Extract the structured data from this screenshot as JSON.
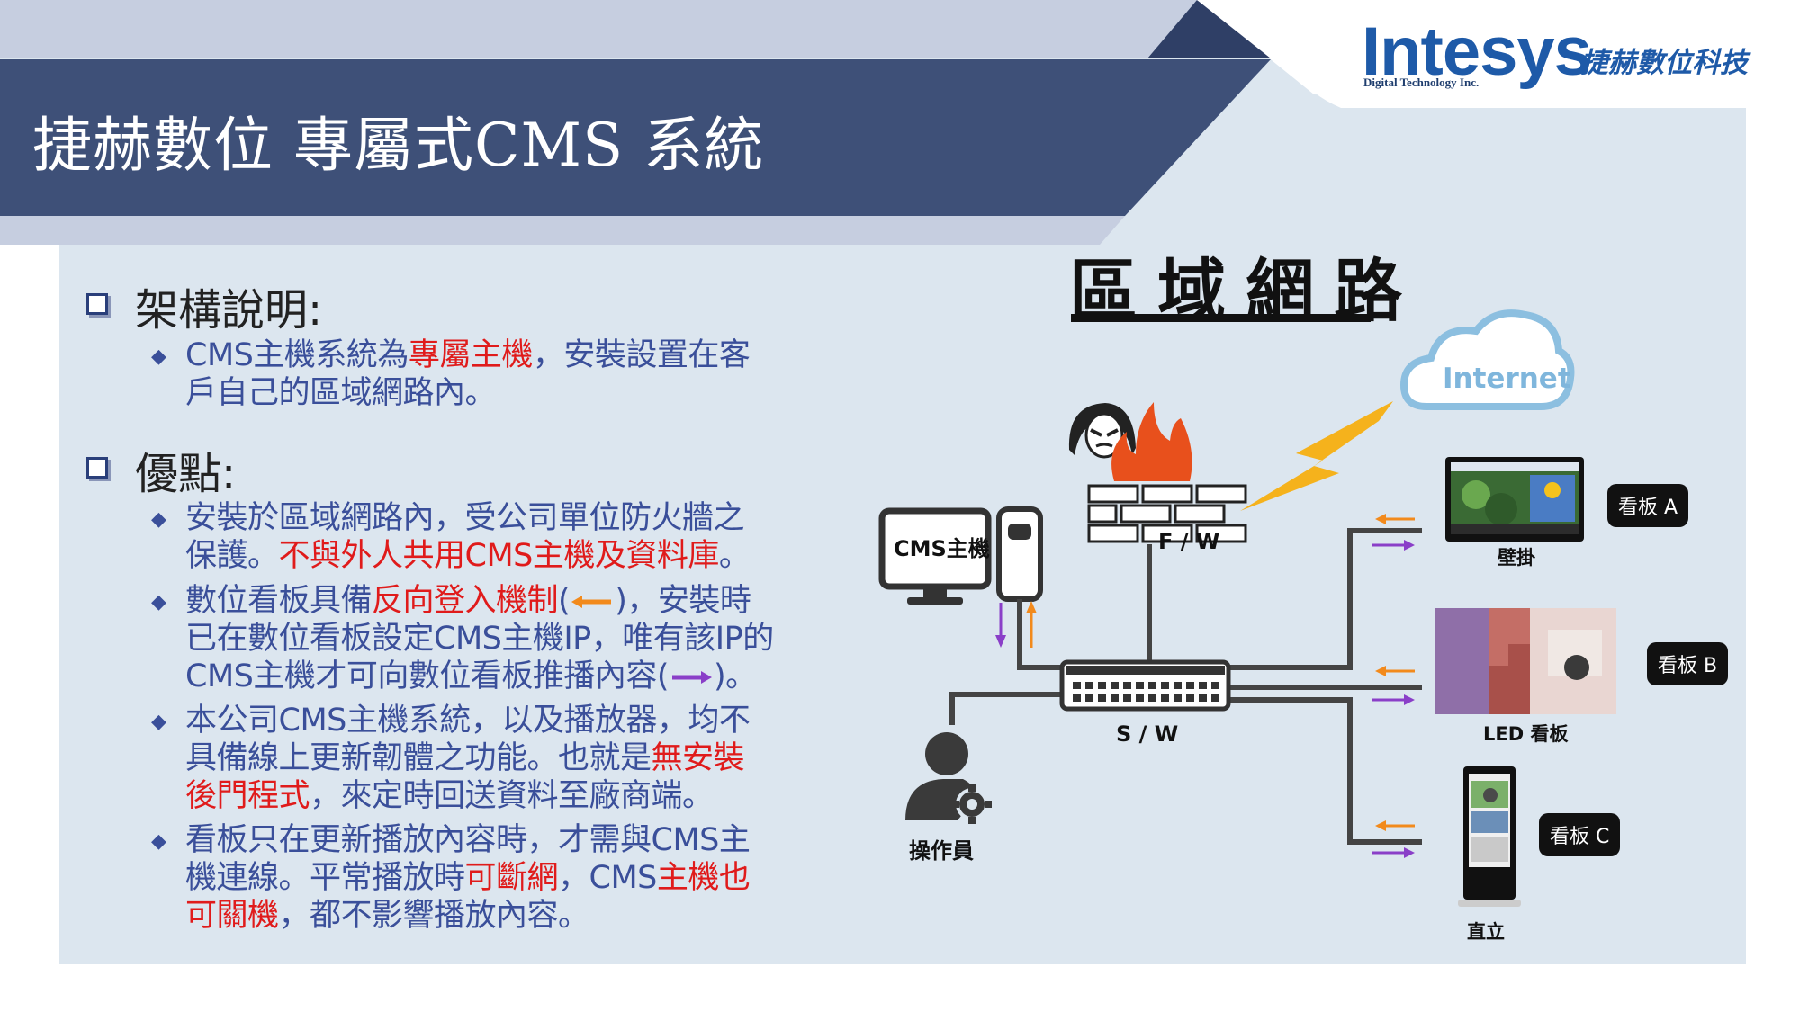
{
  "title": "捷赫數位 專屬式CMS 系統",
  "logo": {
    "word": "Intesys",
    "subtitle": "Digital Technology Inc.",
    "chinese": "捷赫數位科技"
  },
  "sections": [
    {
      "heading": "架構說明:",
      "items": [
        {
          "segments": [
            "CMS主機系統為",
            "專屬主機",
            "，安裝設置在客",
            "戶自己的區域網路內。"
          ]
        }
      ]
    },
    {
      "heading": "優點:",
      "items": [
        {
          "segments": [
            "安裝於區域網路內，受公司單位防火牆之",
            "保護。",
            "不與外人共用CMS主機及資料庫",
            "。"
          ]
        },
        {
          "segments": [
            "數位看板具備",
            "反向登入機制",
            "(",
            ")，安裝時",
            "已在數位看板設定CMS主機IP，唯有該IP的",
            "CMS主機才可向數位看板推播內容(",
            ")。"
          ]
        },
        {
          "segments": [
            "本公司CMS主機系統，以及播放器，均不",
            "具備線上更新韌體之功能。也就是",
            "無安裝",
            "後門程式",
            "，來定時回送資料至廠商端。"
          ]
        },
        {
          "segments": [
            "看板只在更新播放內容時，才需與CMS主",
            "機連線。平常播放時",
            "可斷網",
            "，CMS",
            "主機也",
            "可關機",
            "，都不影響播放內容。"
          ]
        }
      ]
    }
  ],
  "diagram": {
    "title": "區域網路",
    "internet": "Internet",
    "firewall": "F / W",
    "switch": "S / W",
    "cms_host": "CMS主機",
    "operator": "操作員",
    "boards": [
      {
        "tag": "看板 A",
        "caption": "壁掛"
      },
      {
        "tag": "看板 B",
        "caption": "LED 看板"
      },
      {
        "tag": "看板 C",
        "caption": "直立"
      }
    ],
    "colors": {
      "reverse_login_arrow": "#f28a1c",
      "push_arrow": "#8a3fc8",
      "highlight_text": "#e01b1b",
      "bullet_text": "#3a4f9a"
    }
  }
}
